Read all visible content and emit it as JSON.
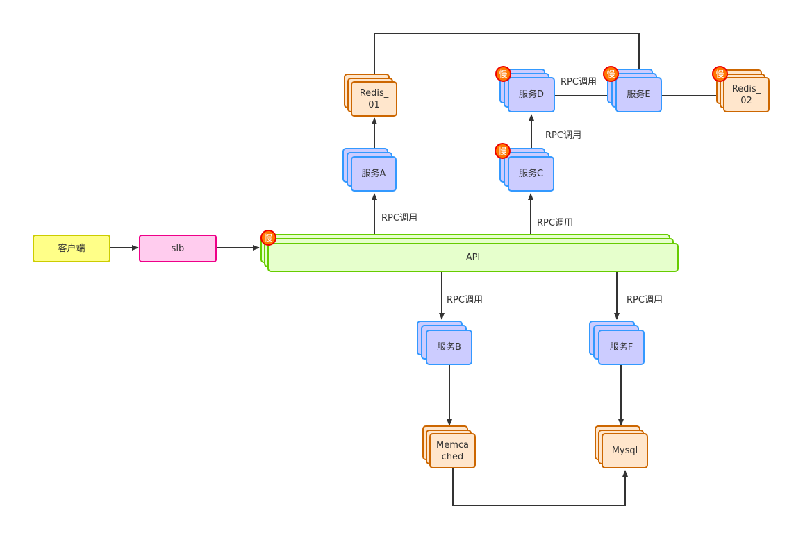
{
  "diagram": {
    "nodes": {
      "client": "客户端",
      "slb": "slb",
      "api": "API",
      "service_a": "服务A",
      "service_b": "服务B",
      "service_c": "服务C",
      "service_d": "服务D",
      "service_e": "服务E",
      "service_f": "服务F",
      "redis_01": "Redis_\n01",
      "redis_02": "Redis_\n02",
      "memcached": "Memca\nched",
      "mysql": "Mysql"
    },
    "slow_badge": "慢",
    "edge_labels": {
      "api_to_a": "RPC调用",
      "api_to_c": "RPC调用",
      "c_to_d": "RPC调用",
      "d_to_e": "RPC调用",
      "api_to_b": "RPC调用",
      "api_to_f": "RPC调用"
    },
    "edges": [
      {
        "from": "client",
        "to": "slb"
      },
      {
        "from": "slb",
        "to": "api"
      },
      {
        "from": "api",
        "to": "service_a",
        "label": "RPC调用"
      },
      {
        "from": "service_a",
        "to": "redis_01"
      },
      {
        "from": "api",
        "to": "service_c",
        "label": "RPC调用"
      },
      {
        "from": "service_c",
        "to": "service_d",
        "label": "RPC调用"
      },
      {
        "from": "service_d",
        "to": "service_e",
        "label": "RPC调用"
      },
      {
        "from": "service_e",
        "to": "redis_02"
      },
      {
        "from": "service_e",
        "to": "redis_01"
      },
      {
        "from": "api",
        "to": "service_b",
        "label": "RPC调用"
      },
      {
        "from": "api",
        "to": "service_f",
        "label": "RPC调用"
      },
      {
        "from": "service_b",
        "to": "memcached"
      },
      {
        "from": "service_f",
        "to": "mysql"
      },
      {
        "from": "memcached",
        "to": "mysql"
      }
    ],
    "slow_nodes": [
      "api",
      "service_c",
      "service_d",
      "service_e",
      "redis_02"
    ],
    "colors": {
      "service_fill": "#ccccff",
      "service_border": "#3399ff",
      "storage_fill": "#ffe6cc",
      "storage_border": "#cc6600",
      "api_fill": "#e6ffcc",
      "api_border": "#66cc00",
      "client_fill": "#ffff88",
      "client_border": "#cccc00",
      "slb_fill": "#ffccee",
      "slb_border": "#ee0088",
      "slow_badge_fill": "#ff7700",
      "slow_badge_border": "#ee0000",
      "edge": "#333333"
    }
  }
}
